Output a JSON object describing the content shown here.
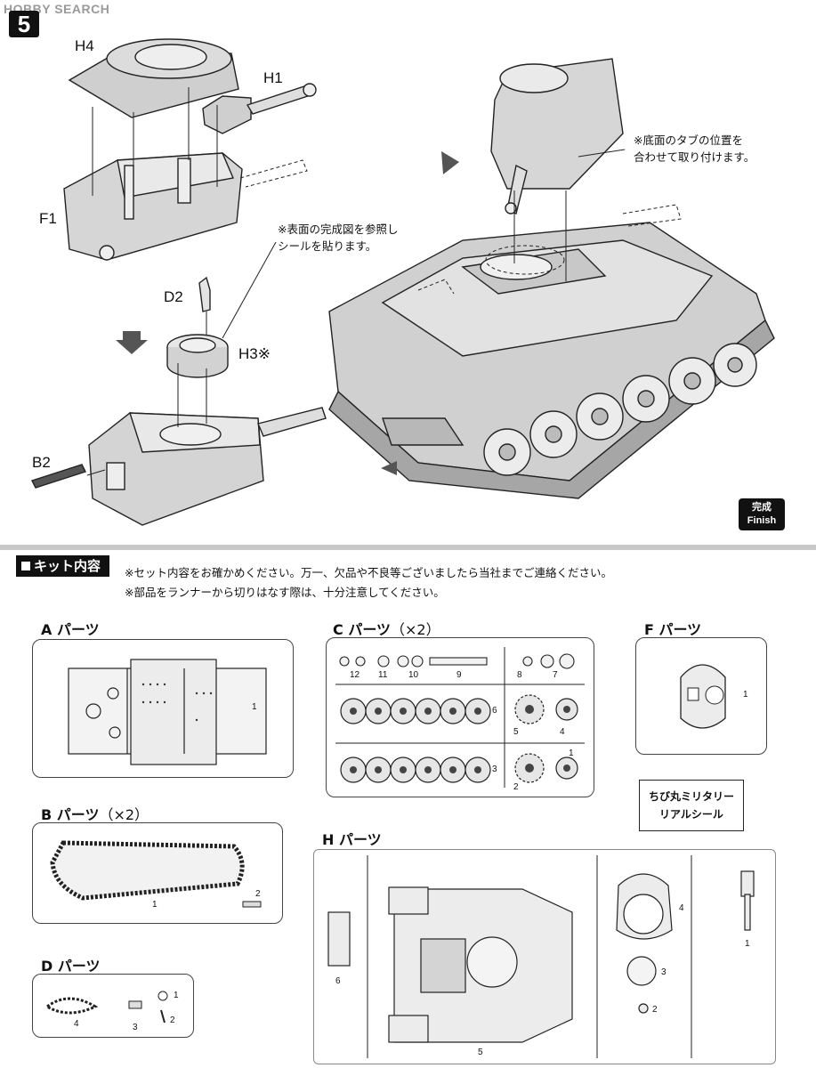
{
  "watermark": "HOBBY SEARCH",
  "step": "5",
  "assembly": {
    "labels": {
      "h4": "H4",
      "h1": "H1",
      "f1": "F1",
      "d2": "D2",
      "h3": "H3※",
      "b2": "B2"
    },
    "note_sticker": [
      "※表面の完成図を参照し",
      "シールを貼ります。"
    ],
    "note_tab": [
      "※底面のタブの位置を",
      "合わせて取り付けます。"
    ],
    "finish_jp": "完成",
    "finish_en": "Finish"
  },
  "kit": {
    "title": "キット内容",
    "note1": "※セット内容をお確かめください。万一、欠品や不良等ございましたら当社までご連絡ください。",
    "note2": "※部品をランナーから切りはなす際は、十分注意してください。",
    "a": {
      "title": "A パーツ",
      "num1": "1"
    },
    "b": {
      "title": "B パーツ",
      "mult": "（×2）",
      "num1": "1",
      "num2": "2"
    },
    "c": {
      "title": "C パーツ",
      "mult": "（×2）",
      "n12": "12",
      "n11": "11",
      "n10": "10",
      "n9": "9",
      "n8": "8",
      "n7": "7",
      "n6": "6",
      "n5": "5",
      "n4": "4",
      "n3": "3",
      "n2": "2",
      "n1": "1"
    },
    "d": {
      "title": "D パーツ",
      "n4": "4",
      "n3": "3",
      "n1": "1",
      "n2": "2"
    },
    "f": {
      "title": "F パーツ",
      "num1": "1"
    },
    "h": {
      "title": "H パーツ",
      "n6": "6",
      "n5": "5",
      "n4": "4",
      "n3": "3",
      "n2": "2",
      "n1": "1"
    },
    "seal": [
      "ちび丸ミリタリー",
      "リアルシール"
    ]
  }
}
